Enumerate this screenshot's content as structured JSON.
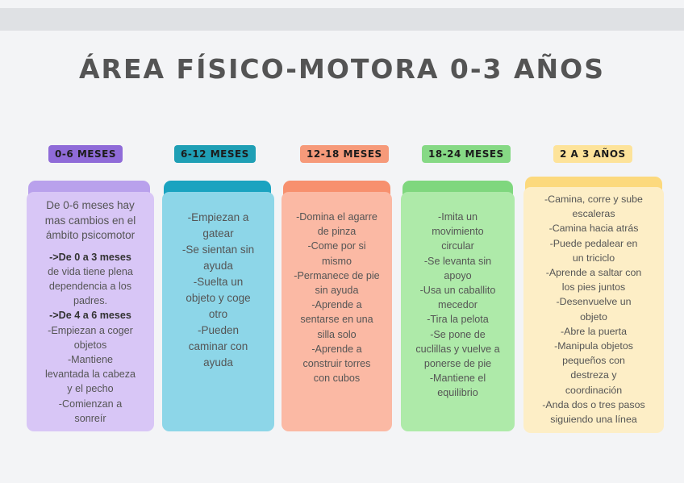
{
  "title": "ÁREA FÍSICO-MOTORA 0-3 AÑOS",
  "colors": {
    "purple_label": "#8f6bd8",
    "purple_tab": "#b9a1ec",
    "purple_card": "#d8c6f6",
    "teal_label": "#1f9fb5",
    "teal_tab": "#1aa3c0",
    "teal_card": "#8dd6e8",
    "orange_label": "#f69a7a",
    "orange_tab": "#f7906e",
    "orange_card": "#fbb9a4",
    "green_label": "#86d985",
    "green_tab": "#7fd77e",
    "green_card": "#aeeaa9",
    "yellow_label": "#fde39a",
    "yellow_tab": "#fcd97d",
    "yellow_card": "#fdeec6"
  },
  "columns": [
    {
      "label": "0-6 MESES",
      "lines": [
        "De 0-6 meses hay",
        "mas cambios en el",
        "ámbito psicomotor",
        "",
        "->De 0 a 3 meses",
        "de vida tiene plena",
        "dependencia a los",
        "padres.",
        "->De 4 a 6 meses",
        "-Empiezan a coger",
        "objetos",
        "-Mantiene",
        "levantada la cabeza",
        "y el pecho",
        "-Comienzan a",
        "sonreír"
      ]
    },
    {
      "label": "6-12 MESES",
      "lines": [
        "-Empiezan a",
        "gatear",
        "-Se sientan sin",
        "ayuda",
        "-Suelta un",
        "objeto y coge",
        "otro",
        "-Pueden",
        "caminar con",
        "ayuda"
      ]
    },
    {
      "label": "12-18 MESES",
      "lines": [
        "-Domina el agarre",
        "de pinza",
        "-Come por si",
        "mismo",
        "-Permanece de pie",
        "sin ayuda",
        "-Aprende a",
        "sentarse en una",
        "silla solo",
        "-Aprende a",
        "construir torres",
        "con cubos"
      ]
    },
    {
      "label": "18-24 MESES",
      "lines": [
        "-Imita un",
        "movimiento",
        "circular",
        "-Se levanta sin",
        "apoyo",
        "-Usa un caballito",
        "mecedor",
        "-Tira la pelota",
        "-Se pone de",
        "cuclillas y vuelve a",
        "ponerse de pie",
        "-Mantiene el",
        "equilibrio"
      ]
    },
    {
      "label": "2 A 3 AÑOS",
      "lines": [
        "-Camina, corre y sube",
        "escaleras",
        "-Camina hacia atrás",
        "-Puede pedalear en",
        "un triciclo",
        "-Aprende a saltar con",
        "los pies juntos",
        "-Desenvuelve un",
        "objeto",
        "-Abre la puerta",
        "-Manipula objetos",
        "pequeños con",
        "destreza y",
        "coordinación",
        "-Anda dos o tres pasos",
        "siguiendo una línea"
      ]
    }
  ]
}
